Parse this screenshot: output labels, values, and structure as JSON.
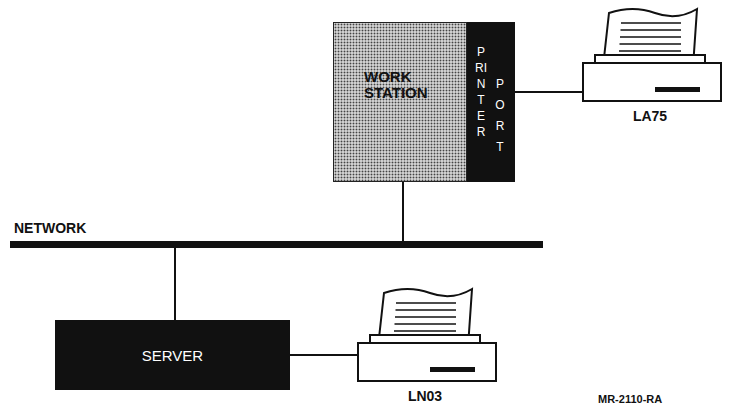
{
  "diagram": {
    "nodes": [
      {
        "text": [
          "WORK STATION"
        ]
      },
      {
        "text": [
          "PRINTER",
          "PORT"
        ]
      },
      {
        "text": [
          "LA75"
        ]
      },
      {
        "text": [
          "NETWORK"
        ]
      },
      {
        "text": [
          "SERVER"
        ]
      },
      {
        "text": [
          "LN03"
        ]
      }
    ],
    "edges": [
      {
        "from": 1,
        "to": 2,
        "arrow": "none"
      },
      {
        "from": 0,
        "to": 3,
        "arrow": "none"
      },
      {
        "from": 4,
        "to": 3,
        "arrow": "none"
      },
      {
        "from": 4,
        "to": 5,
        "arrow": "none"
      }
    ],
    "labels": [
      "MR-2110-RA"
    ]
  }
}
